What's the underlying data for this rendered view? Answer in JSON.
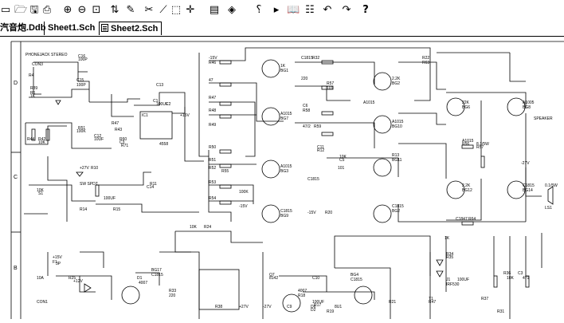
{
  "toolbar": {
    "buttons": [
      {
        "name": "open-file-icon",
        "glyph": "▭"
      },
      {
        "name": "open-folder-icon",
        "glyph": "🗁"
      },
      {
        "name": "save-icon",
        "glyph": "🖫"
      },
      {
        "name": "print-icon",
        "glyph": "⎙"
      },
      {
        "name": "zoom-in-icon",
        "glyph": "⊕"
      },
      {
        "name": "zoom-out-icon",
        "glyph": "⊖"
      },
      {
        "name": "zoom-fit-icon",
        "glyph": "⊡"
      },
      {
        "name": "hierarchy-icon",
        "glyph": "⇅"
      },
      {
        "name": "pencil-icon",
        "glyph": "✎"
      },
      {
        "name": "cut-icon",
        "glyph": "✂"
      },
      {
        "name": "wire-icon",
        "glyph": "⟋"
      },
      {
        "name": "select-area-icon",
        "glyph": "⬚"
      },
      {
        "name": "move-icon",
        "glyph": "✛"
      },
      {
        "name": "library-icon",
        "glyph": "▤"
      },
      {
        "name": "browse-icon",
        "glyph": "◈"
      },
      {
        "name": "probe-icon",
        "glyph": "⸮"
      },
      {
        "name": "play-icon",
        "glyph": "▸"
      },
      {
        "name": "book-icon",
        "glyph": "📖"
      },
      {
        "name": "parameters-icon",
        "glyph": "☷"
      },
      {
        "name": "undo-icon",
        "glyph": "↶"
      },
      {
        "name": "redo-icon",
        "glyph": "↷"
      },
      {
        "name": "help-icon",
        "glyph": "?"
      }
    ]
  },
  "tabs": [
    {
      "label": "汽音炮.Ddb"
    },
    {
      "label": "Sheet1.Sch"
    },
    {
      "label": "Sheet2.Sch"
    }
  ],
  "zones": [
    "D",
    "C",
    "B"
  ],
  "labels": [
    "PHONEJACK STEREO",
    "CON3",
    "C16",
    "100P",
    "R4",
    "C15",
    "100P",
    "C13",
    "R1",
    "R39",
    "1K",
    "R44",
    "R42",
    "10K",
    "R51",
    "100K",
    "C12",
    "10UF",
    "R47",
    "R43",
    "R60",
    "IC1",
    "4558",
    "C1",
    "100UF",
    "C2",
    "C3",
    "R71",
    "+15V",
    "-15V",
    "R46",
    "47",
    "R47",
    "R48",
    "R49",
    "R50",
    "R51",
    "R52",
    "R53",
    "R54",
    "R55",
    "1K",
    "BG1",
    "A1015",
    "BG7",
    "A1015",
    "BG3",
    "C1815",
    "BG9",
    "C1815",
    "R32",
    "220",
    "R57",
    "101",
    "C6",
    "R58",
    "47/2",
    "R59",
    "2.2K",
    "BG2",
    "A1015",
    "BG10",
    "A1015",
    "C11",
    "R12",
    "10K",
    "C5",
    "101",
    "R13",
    "BG11",
    "C1815",
    "BG2",
    "C1815",
    "-15V",
    "R20",
    "R22",
    "R63",
    "22K",
    "BG6",
    "A1005",
    "BG8",
    "A1015",
    "R56",
    "8.1/5W",
    "R57",
    "2.2K",
    "BG12",
    "C1815",
    "BG14",
    "C1847",
    "R64",
    "0.1/5W",
    "LS1",
    "SPEAKER",
    "-27V",
    "+27V",
    "R10",
    "10K",
    "S1",
    "SW SPDT",
    "R11",
    "C14",
    "100UF",
    "R14",
    "R15",
    "10K",
    "R24",
    "100K",
    "-15V",
    "+15V",
    "F1",
    "10A",
    "CON1",
    "3P",
    "R25",
    "+12V",
    "D1",
    "4007",
    "BG17",
    "C1815",
    "R33",
    "220",
    "Q7",
    "8142",
    "C10",
    "100UF",
    "R17",
    "D2",
    "4007",
    "R18",
    "R19",
    "BG4",
    "C1815",
    "R21",
    "J1",
    "IRF530",
    "T1",
    "R47",
    "100UF",
    "R36",
    "10K",
    "C3",
    "471",
    "R37",
    "R31",
    "1K",
    "R34",
    "R35",
    "R38",
    "+27V",
    "-27V",
    "C9",
    "D6",
    "8U1"
  ]
}
